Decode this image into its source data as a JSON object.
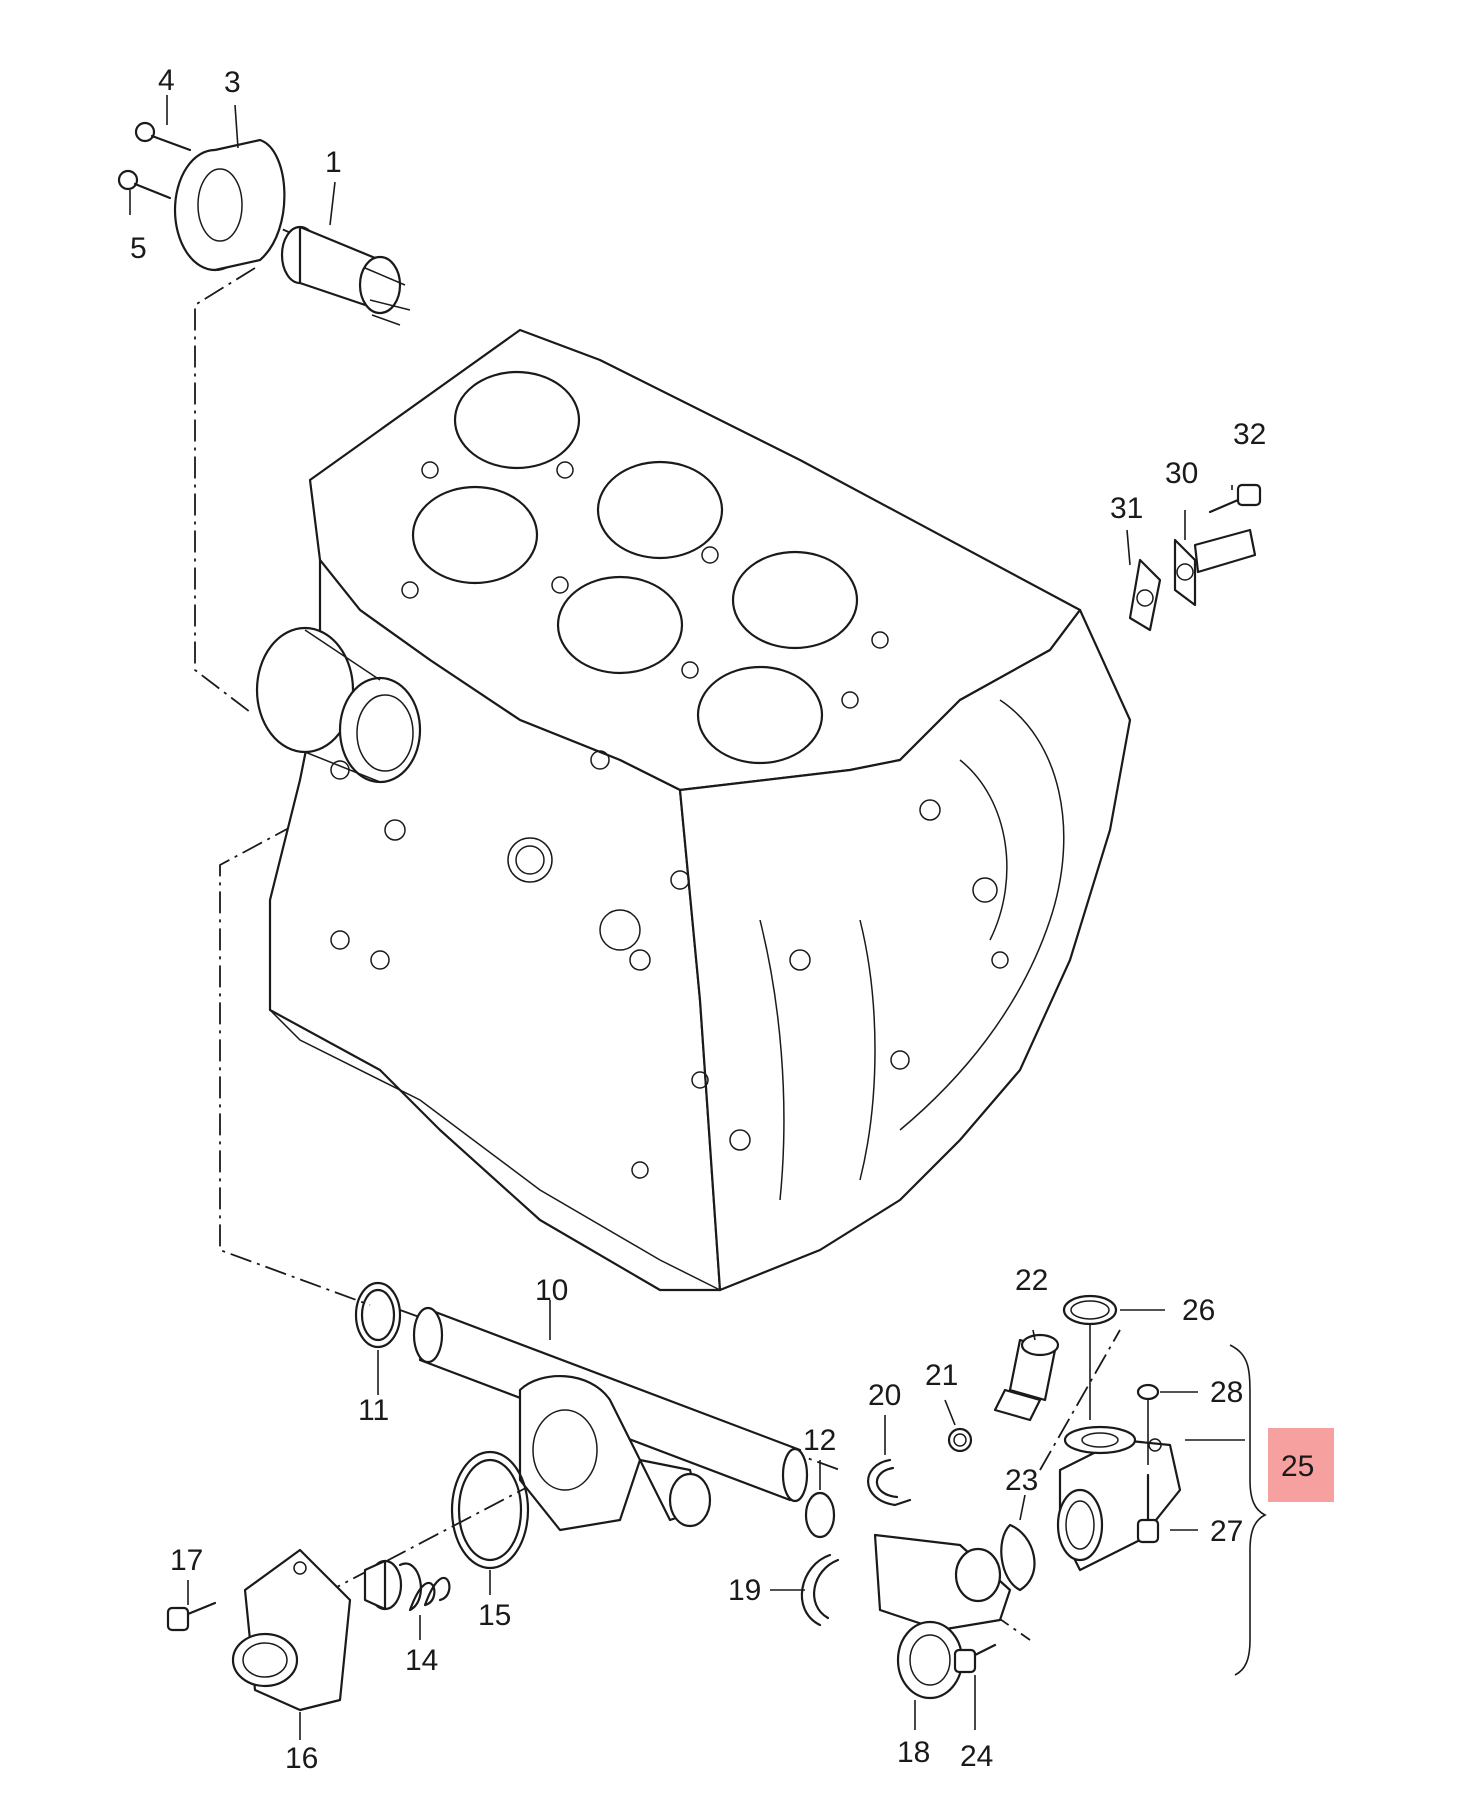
{
  "diagram": {
    "highlight_color": "#f7a0a0",
    "callouts": {
      "c1": "1",
      "c3": "3",
      "c4": "4",
      "c5": "5",
      "c10": "10",
      "c11": "11",
      "c12": "12",
      "c14": "14",
      "c15": "15",
      "c16": "16",
      "c17": "17",
      "c18": "18",
      "c19": "19",
      "c20": "20",
      "c21": "21",
      "c22": "22",
      "c23": "23",
      "c24": "24",
      "c25": "25",
      "c26": "26",
      "c27": "27",
      "c28": "28",
      "c30": "30",
      "c31": "31",
      "c32": "32"
    }
  }
}
